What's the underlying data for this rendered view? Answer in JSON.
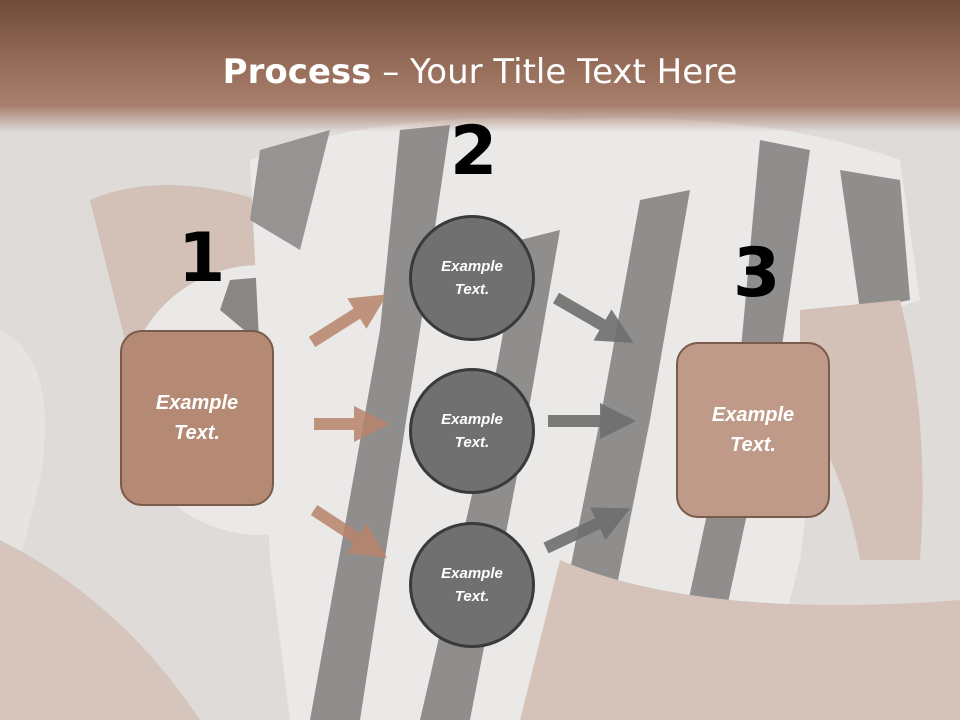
{
  "title": {
    "bold": "Process",
    "dash": " – ",
    "rest": "Your Title Text Here"
  },
  "steps": [
    {
      "number": "1",
      "label_line1": "Example",
      "label_line2": "Text."
    },
    {
      "number": "2"
    },
    {
      "number": "3",
      "label_line1": "Example",
      "label_line2": "Text."
    }
  ],
  "circles": [
    {
      "line1": "Example",
      "line2": "Text."
    },
    {
      "line1": "Example",
      "line2": "Text."
    },
    {
      "line1": "Example",
      "line2": "Text."
    }
  ],
  "colors": {
    "header": "#8f6753",
    "left_box": "#b58a75",
    "right_box": "#c09a88",
    "circle": "#707070",
    "left_arrows": "#b8846c",
    "right_arrows": "#6e6e6e"
  }
}
